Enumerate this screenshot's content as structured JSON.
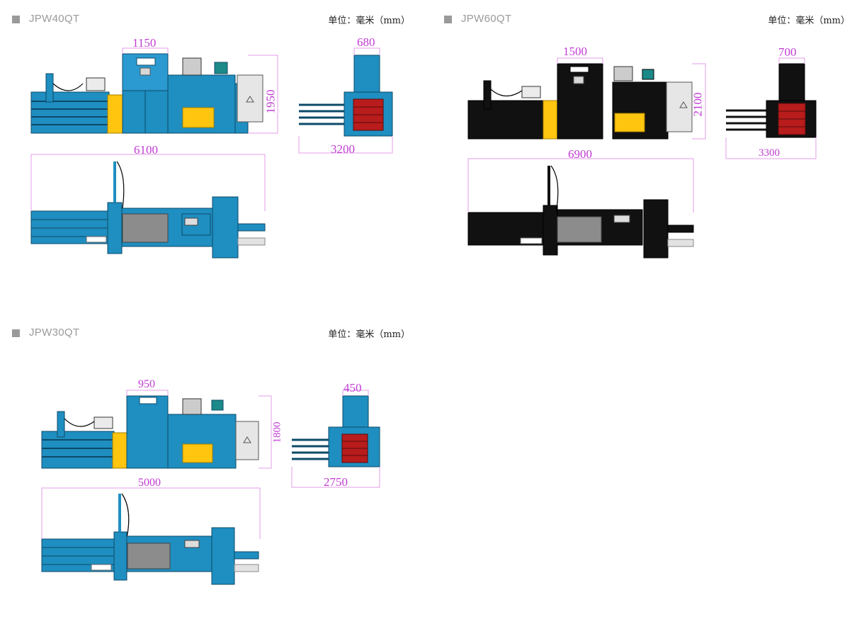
{
  "colors": {
    "accent": "#1f8ec0",
    "dark_variant": "#111111",
    "yellow": "#ffc50f",
    "red": "#b81c1c",
    "grey": "#8c8c8c",
    "dimension": "#c13bd3"
  },
  "panels": [
    {
      "id": "jpw40qt",
      "model": "JPW40QT",
      "unit_label": "单位：毫米（mm）",
      "theme": "blue",
      "dims": {
        "top_width": "1150",
        "height": "1950",
        "length": "6100",
        "side_top": "680",
        "side_width": "3200"
      }
    },
    {
      "id": "jpw60qt",
      "model": "JPW60QT",
      "unit_label": "单位：毫米（mm）",
      "theme": "black",
      "dims": {
        "top_width": "1500",
        "height": "2100",
        "length": "6900",
        "side_top": "700",
        "side_width": "3300"
      }
    },
    {
      "id": "jpw30qt",
      "model": "JPW30QT",
      "unit_label": "单位：毫米（mm）",
      "theme": "blue",
      "dims": {
        "top_width": "950",
        "height": "1800",
        "length": "5000",
        "side_top": "450",
        "side_width": "2750"
      }
    }
  ]
}
